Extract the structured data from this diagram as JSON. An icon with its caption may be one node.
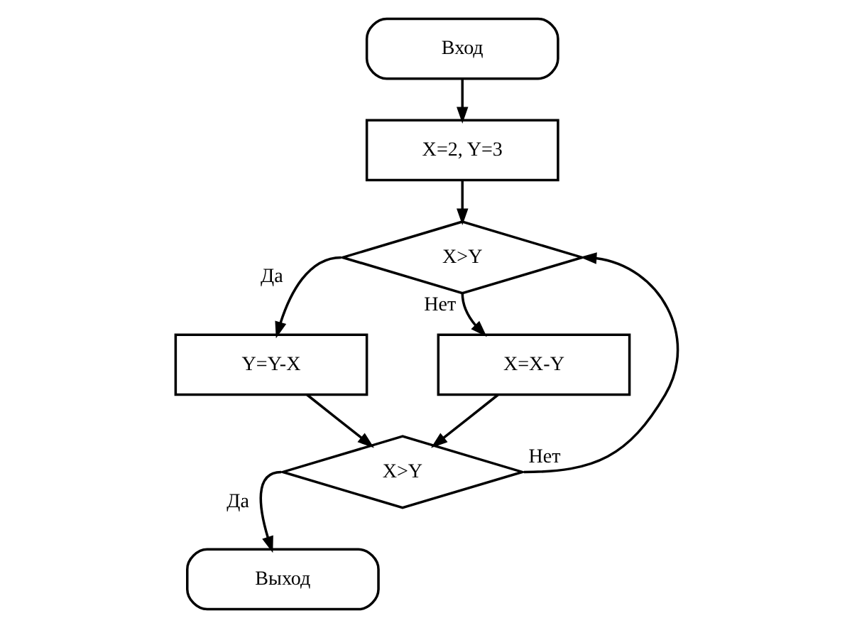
{
  "diagram": {
    "nodes": [
      {
        "text": [
          "Вход"
        ]
      },
      {
        "text": [
          "X=2, Y=3"
        ]
      },
      {
        "text": [
          "X>Y"
        ]
      },
      {
        "text": [
          "Y=Y-X"
        ]
      },
      {
        "text": [
          "X=X-Y"
        ]
      },
      {
        "text": [
          "X>Y"
        ]
      },
      {
        "text": [
          "Выход"
        ]
      }
    ],
    "edges": [
      {
        "from": 0,
        "to": 1,
        "arrow": "to"
      },
      {
        "from": 1,
        "to": 2,
        "arrow": "to"
      },
      {
        "from": 2,
        "to": 3,
        "arrow": "to",
        "label": "Да"
      },
      {
        "from": 2,
        "to": 4,
        "arrow": "to",
        "label": "Нет"
      },
      {
        "from": 3,
        "to": 5,
        "arrow": "to"
      },
      {
        "from": 4,
        "to": 5,
        "arrow": "to"
      },
      {
        "from": 5,
        "to": 2,
        "arrow": "to",
        "label": "Нет"
      },
      {
        "from": 5,
        "to": 6,
        "arrow": "to",
        "label": "Да"
      }
    ]
  }
}
